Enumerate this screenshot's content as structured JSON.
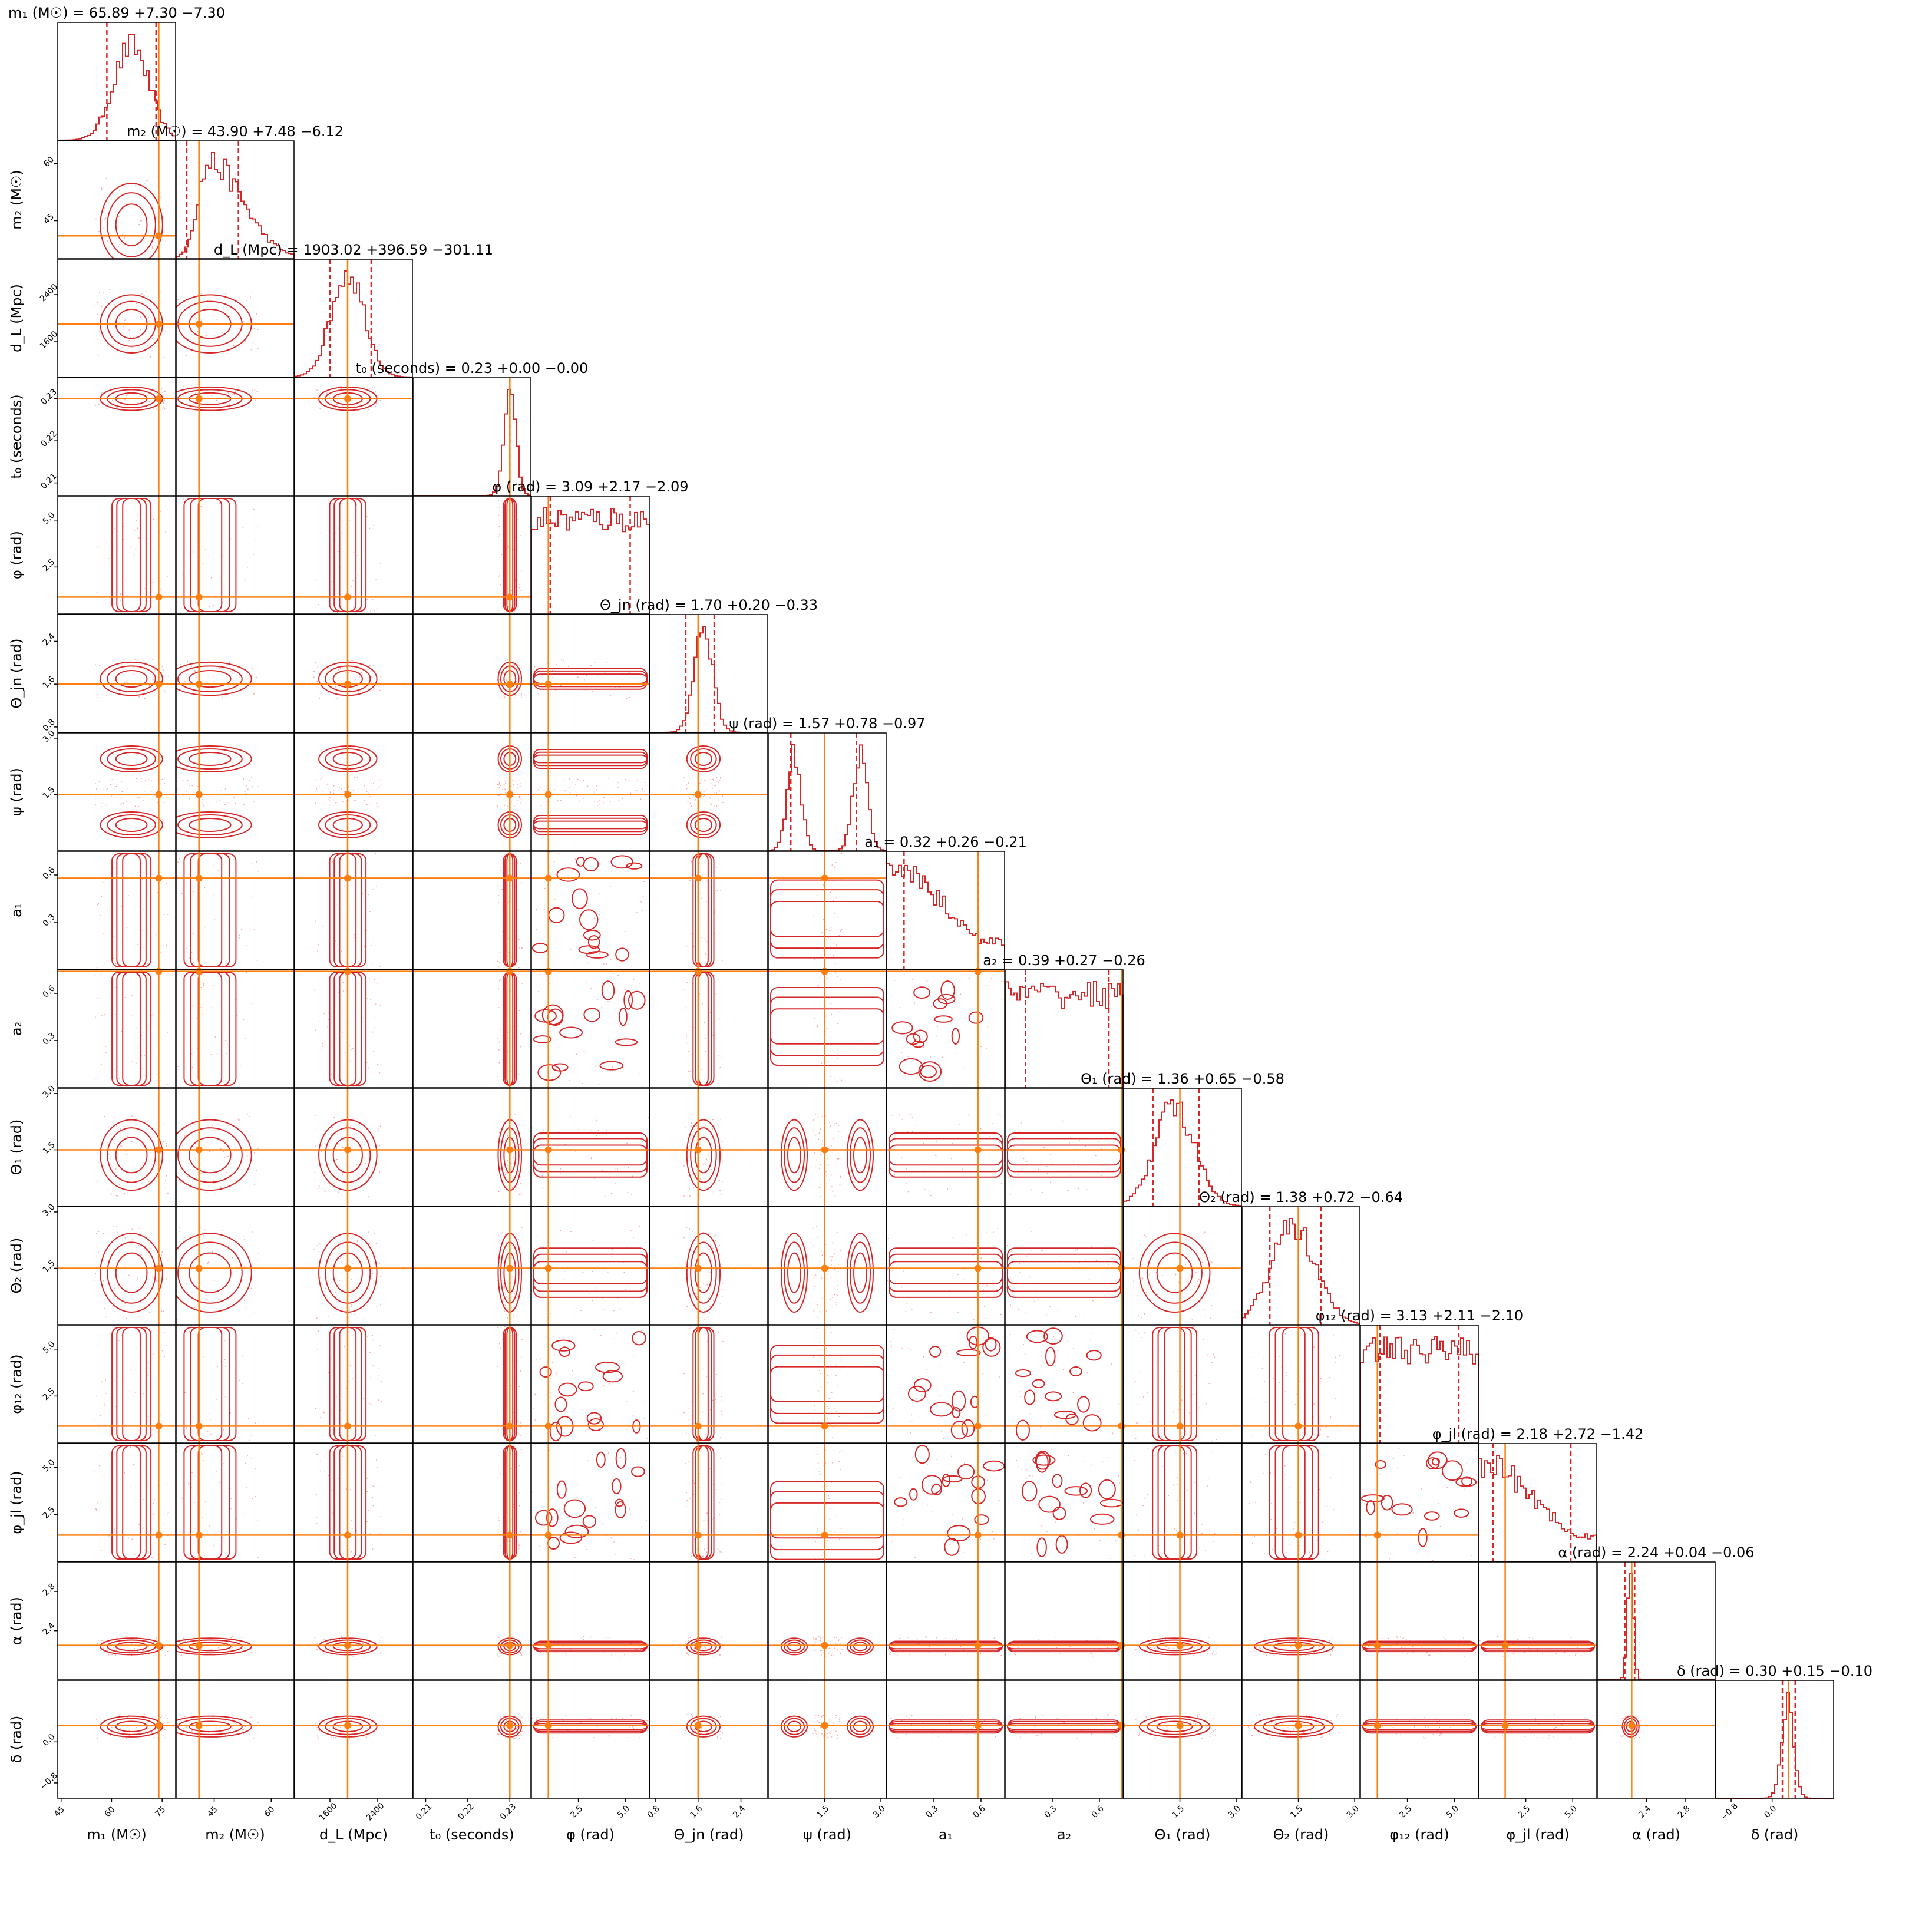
{
  "chart_data": {
    "type": "corner",
    "grid": false,
    "colors": {
      "contour": "#d62728",
      "truth": "#ff7f0e",
      "frame": "#000000"
    },
    "parameters": [
      {
        "key": "m1",
        "label": "m₁ (M☉)",
        "title": "m₁ (M☉) = 65.89 +7.30 −7.30",
        "median": 65.89,
        "plus": 7.3,
        "minus": 7.3,
        "truth": 74,
        "range": [
          44,
          79
        ],
        "ticks": [
          {
            "v": 45,
            "t": "45"
          },
          {
            "v": 60,
            "t": "60"
          },
          {
            "v": 75,
            "t": "75"
          }
        ],
        "shape": "gauss",
        "sigma_frac": 0.15,
        "contour": "ellipse"
      },
      {
        "key": "m2",
        "label": "m₂ (M☉)",
        "title": "m₂ (M☉) = 43.90 +7.48 −6.12",
        "median": 43.9,
        "plus": 7.48,
        "minus": 6.12,
        "truth": 41,
        "range": [
          35,
          66
        ],
        "ticks": [
          {
            "v": 45,
            "t": "45"
          },
          {
            "v": 60,
            "t": "60"
          }
        ],
        "shape": "skew",
        "sigma_frac": 0.2,
        "contour": "ellipse"
      },
      {
        "key": "dL",
        "label": "d_L (Mpc)",
        "title": "d_L (Mpc) = 1903.02 +396.59 −301.11",
        "median": 1903.02,
        "plus": 396.59,
        "minus": 301.11,
        "truth": 1900,
        "range": [
          1000,
          3000
        ],
        "ticks": [
          {
            "v": 1600,
            "t": "1600"
          },
          {
            "v": 2400,
            "t": "2400"
          }
        ],
        "shape": "gauss",
        "sigma_frac": 0.14,
        "contour": "ellipse"
      },
      {
        "key": "t0",
        "label": "t₀ (seconds)",
        "title": "t₀ (seconds) = 0.23 +0.00 −0.00",
        "median": 0.23,
        "plus": 0.0,
        "minus": 0.0,
        "truth": 0.23,
        "range": [
          0.207,
          0.235
        ],
        "ticks": [
          {
            "v": 0.21,
            "t": "0.21"
          },
          {
            "v": 0.22,
            "t": "0.22"
          },
          {
            "v": 0.23,
            "t": "0.23"
          }
        ],
        "shape": "narrow",
        "sigma_frac": 0.05,
        "contour": "narrow"
      },
      {
        "key": "phi",
        "label": "φ (rad)",
        "title": "φ (rad) = 3.09 +2.17 −2.09",
        "median": 3.09,
        "plus": 2.17,
        "minus": 2.09,
        "truth": 0.9,
        "range": [
          0,
          6.28
        ],
        "ticks": [
          {
            "v": 2.5,
            "t": "2.5"
          },
          {
            "v": 5.0,
            "t": "5.0"
          }
        ],
        "shape": "flat",
        "sigma_frac": 0.3,
        "contour": "flat"
      },
      {
        "key": "thetajn",
        "label": "Θ_jn (rad)",
        "title": "Θ_jn (rad) = 1.70 +0.20 −0.33",
        "median": 1.7,
        "plus": 0.2,
        "minus": 0.33,
        "truth": 1.6,
        "range": [
          0.7,
          2.9
        ],
        "ticks": [
          {
            "v": 0.8,
            "t": "0.8"
          },
          {
            "v": 1.6,
            "t": "1.6"
          },
          {
            "v": 2.4,
            "t": "2.4"
          }
        ],
        "shape": "gauss",
        "sigma_frac": 0.08,
        "contour": "ellipse"
      },
      {
        "key": "psi",
        "label": "ψ (rad)",
        "title": "ψ (rad) = 1.57 +0.78 −0.97",
        "median": 1.57,
        "plus": 0.78,
        "minus": 0.97,
        "truth": 1.5,
        "range": [
          0,
          3.14
        ],
        "ticks": [
          {
            "v": 1.5,
            "t": "1.5"
          },
          {
            "v": 3.0,
            "t": "3.0"
          }
        ],
        "shape": "bimodal",
        "sigma_frac": 0.06,
        "contour": "bimodal"
      },
      {
        "key": "a1",
        "label": "a₁",
        "title": "a₁ = 0.32 +0.26 −0.21",
        "median": 0.32,
        "plus": 0.26,
        "minus": 0.21,
        "truth": 0.58,
        "range": [
          0,
          0.75
        ],
        "ticks": [
          {
            "v": 0.3,
            "t": "0.3"
          },
          {
            "v": 0.6,
            "t": "0.6"
          }
        ],
        "shape": "decay",
        "sigma_frac": 0.3,
        "contour": "flat"
      },
      {
        "key": "a2",
        "label": "a₂",
        "title": "a₂ = 0.39 +0.27 −0.26",
        "median": 0.39,
        "plus": 0.27,
        "minus": 0.26,
        "truth": 0.74,
        "range": [
          0,
          0.75
        ],
        "ticks": [
          {
            "v": 0.3,
            "t": "0.3"
          },
          {
            "v": 0.6,
            "t": "0.6"
          }
        ],
        "shape": "flat",
        "sigma_frac": 0.3,
        "contour": "flat"
      },
      {
        "key": "theta1",
        "label": "Θ₁ (rad)",
        "title": "Θ₁ (rad) = 1.36 +0.65 −0.58",
        "median": 1.36,
        "plus": 0.65,
        "minus": 0.58,
        "truth": 1.5,
        "range": [
          0,
          3.14
        ],
        "ticks": [
          {
            "v": 1.5,
            "t": "1.5"
          },
          {
            "v": 3.0,
            "t": "3.0"
          }
        ],
        "shape": "gauss",
        "sigma_frac": 0.17,
        "contour": "ellipse"
      },
      {
        "key": "theta2",
        "label": "Θ₂ (rad)",
        "title": "Θ₂ (rad) = 1.38 +0.72 −0.64",
        "median": 1.38,
        "plus": 0.72,
        "minus": 0.64,
        "truth": 1.5,
        "range": [
          0,
          3.14
        ],
        "ticks": [
          {
            "v": 1.5,
            "t": "1.5"
          },
          {
            "v": 3.0,
            "t": "3.0"
          }
        ],
        "shape": "gauss",
        "sigma_frac": 0.19,
        "contour": "ellipse"
      },
      {
        "key": "phi12",
        "label": "φ₁₂ (rad)",
        "title": "φ₁₂ (rad) = 3.13 +2.11 −2.10",
        "median": 3.13,
        "plus": 2.11,
        "minus": 2.1,
        "truth": 0.9,
        "range": [
          0,
          6.28
        ],
        "ticks": [
          {
            "v": 2.5,
            "t": "2.5"
          },
          {
            "v": 5.0,
            "t": "5.0"
          }
        ],
        "shape": "flat",
        "sigma_frac": 0.3,
        "contour": "flat"
      },
      {
        "key": "phijl",
        "label": "φ_jl (rad)",
        "title": "φ_jl (rad) = 2.18 +2.72 −1.42",
        "median": 2.18,
        "plus": 2.72,
        "minus": 1.42,
        "truth": 1.4,
        "range": [
          0,
          6.28
        ],
        "ticks": [
          {
            "v": 2.5,
            "t": "2.5"
          },
          {
            "v": 5.0,
            "t": "5.0"
          }
        ],
        "shape": "decay",
        "sigma_frac": 0.3,
        "contour": "flat"
      },
      {
        "key": "alpha",
        "label": "α (rad)",
        "title": "α (rad) = 2.24 +0.04 −0.06",
        "median": 2.24,
        "plus": 0.04,
        "minus": 0.06,
        "truth": 2.25,
        "range": [
          1.9,
          3.1
        ],
        "ticks": [
          {
            "v": 2.4,
            "t": "2.4"
          },
          {
            "v": 2.8,
            "t": "2.8"
          }
        ],
        "shape": "narrow",
        "sigma_frac": 0.025,
        "contour": "ellipse"
      },
      {
        "key": "delta",
        "label": "δ (rad)",
        "title": "δ (rad) = 0.30 +0.15 −0.10",
        "median": 0.3,
        "plus": 0.15,
        "minus": 0.1,
        "truth": 0.32,
        "range": [
          -1.1,
          1.2
        ],
        "ticks": [
          {
            "v": -0.8,
            "t": "−0.8"
          },
          {
            "v": 0.0,
            "t": "0.0"
          }
        ],
        "shape": "narrow",
        "sigma_frac": 0.05,
        "contour": "ellipse"
      }
    ]
  }
}
